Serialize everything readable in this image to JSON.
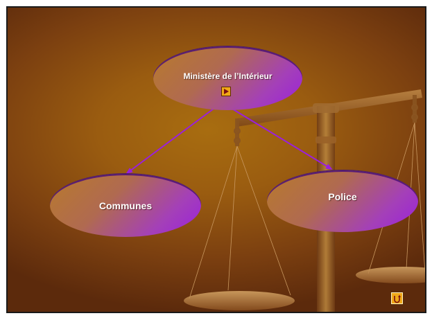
{
  "diagram": {
    "nodes": {
      "top": {
        "label": "Ministère  de l’Intérieur"
      },
      "left": {
        "label": "Communes"
      },
      "right": {
        "label": "Police"
      }
    },
    "edges": [
      {
        "from": "top",
        "to": "left"
      },
      {
        "from": "top",
        "to": "right"
      }
    ]
  },
  "controls": {
    "play_icon": "play-icon",
    "return_icon": "return-icon"
  },
  "colors": {
    "background": "#9a5c10",
    "node_gradient_start": "#b87a2c",
    "node_gradient_end": "#9a20dc",
    "arrow": "#9a20dc",
    "button": "#f0a818"
  }
}
